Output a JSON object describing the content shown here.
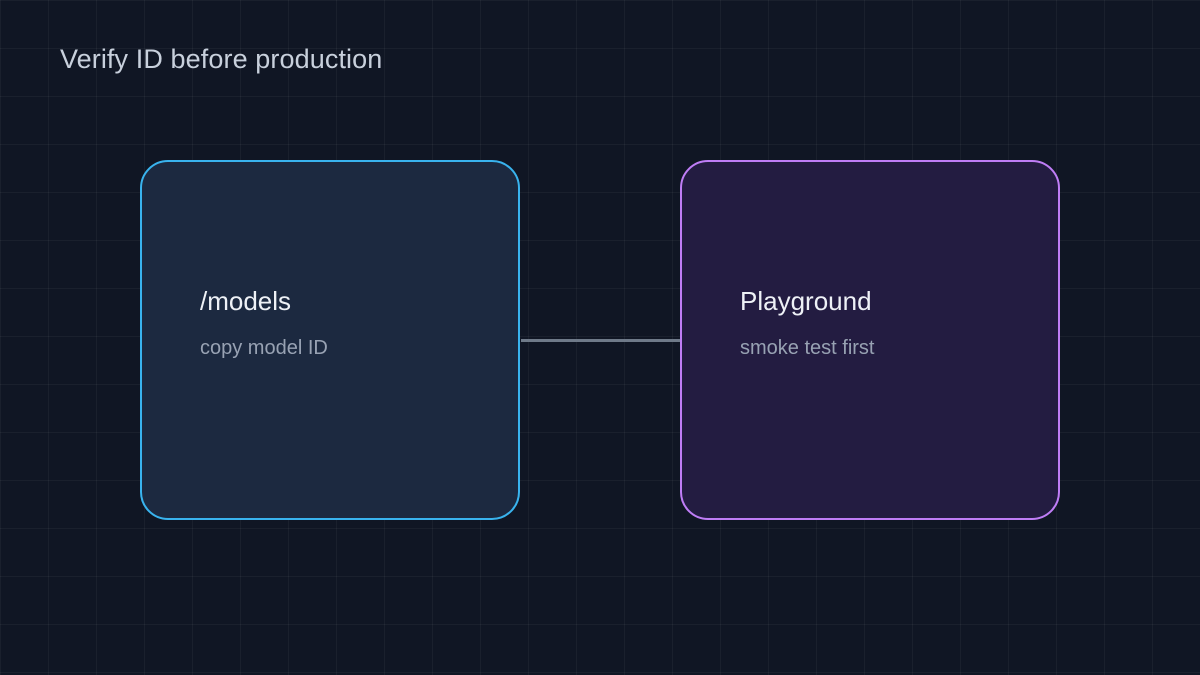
{
  "diagram": {
    "title": "Verify ID before production",
    "nodes": [
      {
        "id": "models",
        "title": "/models",
        "subtitle": "copy model ID",
        "border_color": "#39b3ee",
        "fill_color": "#1c2940"
      },
      {
        "id": "playground",
        "title": "Playground",
        "subtitle": "smoke test first",
        "border_color": "#bf7df6",
        "fill_color": "#231c41"
      }
    ],
    "edges": [
      {
        "from": "models",
        "to": "playground",
        "color": "#6f7a89"
      }
    ],
    "colors": {
      "background": "#101624",
      "title_text": "#c8d0dc",
      "node_title_text": "#eef1f6",
      "node_subtitle_text": "#98a2b3"
    }
  }
}
